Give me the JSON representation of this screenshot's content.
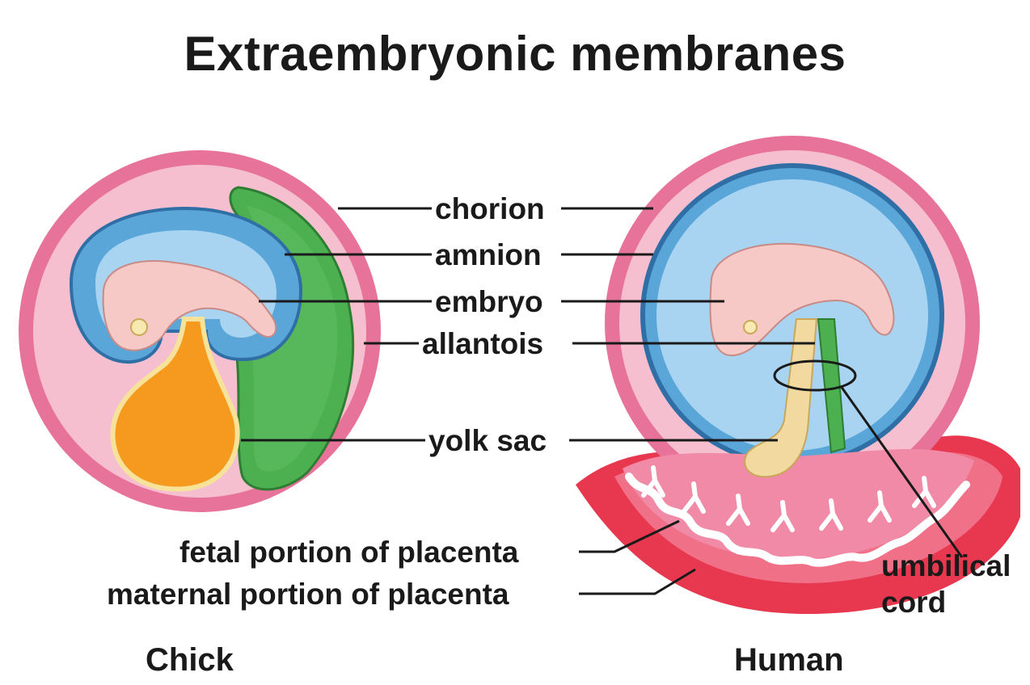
{
  "title": "Extraembryonic membranes",
  "labels": {
    "chorion": "chorion",
    "amnion": "amnion",
    "embryo": "embryo",
    "allantois": "allantois",
    "yolk_sac": "yolk sac",
    "fetal_placenta": "fetal portion of placenta",
    "maternal_placenta": "maternal portion of placenta",
    "umbilical_1": "umbilical",
    "umbilical_2": "cord"
  },
  "captions": {
    "left": "Chick",
    "right": "Human"
  },
  "colors": {
    "chorion": "#e8739a",
    "chorion_space": "#f5bfd0",
    "amnion": "#5aa6d8",
    "amnion_outline": "#2f6fa6",
    "embryo": "#f6c9c6",
    "allantois": "#4caf50",
    "yolk": "#f59a1e",
    "placenta": "#e8384f",
    "villi": "#f08aa6",
    "cord": "#f2d9a0"
  }
}
